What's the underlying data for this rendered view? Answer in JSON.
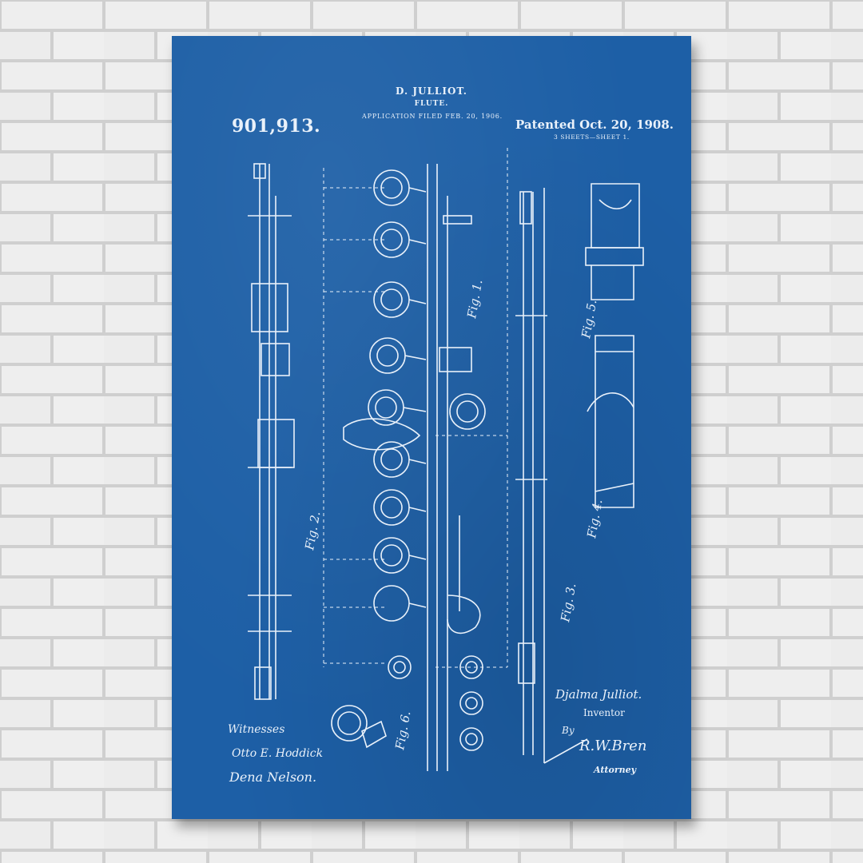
{
  "poster": {
    "patent_number": "901,913.",
    "inventor_name": "D. JULLIOT.",
    "invention_title": "FLUTE.",
    "application_filed": "APPLICATION FILED FEB. 20, 1906.",
    "patented_date": "Patented Oct. 20, 1908.",
    "sheets": "3 SHEETS—SHEET 1.",
    "witnesses_label": "Witnesses",
    "witness_1": "Otto E. Hoddick",
    "witness_2": "Dena Nelson.",
    "inventor_signature": "Djalma Julliot.",
    "inventor_label": "Inventor",
    "by_label": "By",
    "attorney_signature": "R.W.Bren",
    "attorney_label": "Attorney",
    "figure_labels": [
      "Fig. 1.",
      "Fig. 2.",
      "Fig. 3.",
      "Fig. 4.",
      "Fig. 5.",
      "Fig. 6."
    ]
  },
  "colors": {
    "blueprint": "#1d5fa6",
    "line": "#e9f1fa",
    "wall_brick": "#ededed",
    "wall_mortar": "#cfcfcf"
  }
}
